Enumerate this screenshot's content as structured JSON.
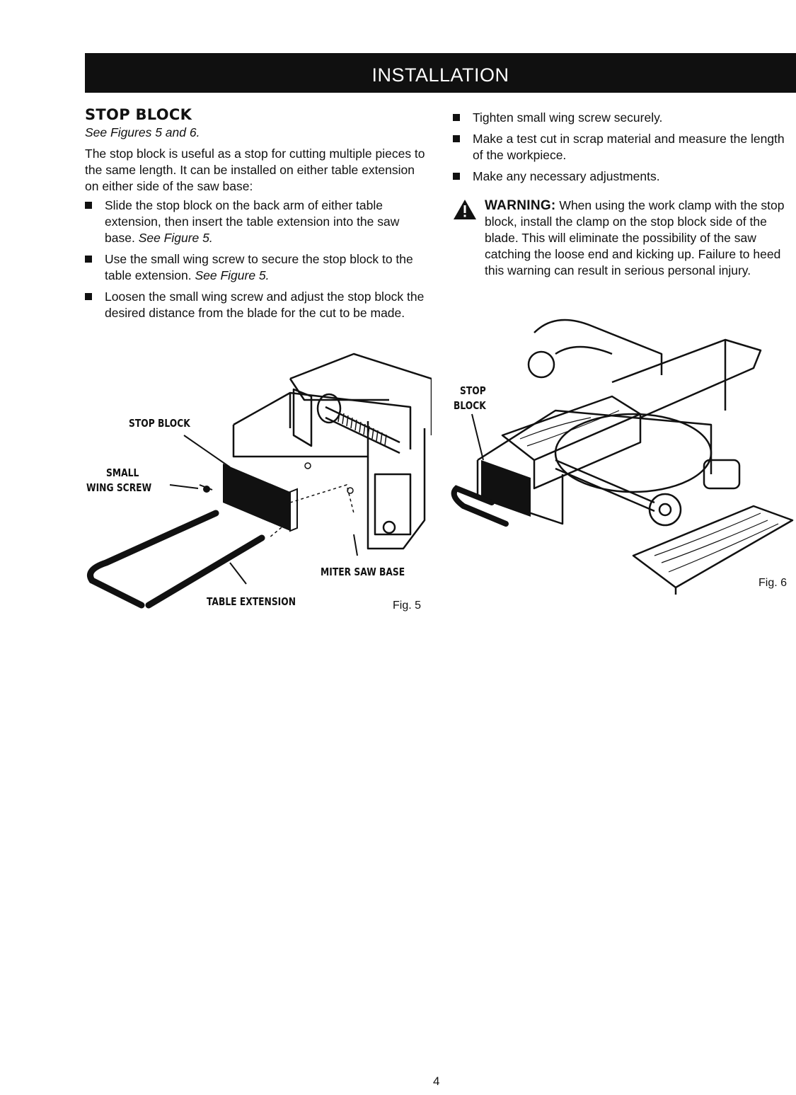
{
  "header": {
    "title": "INSTALLATION"
  },
  "left": {
    "title": "STOP BLOCK",
    "subtitle": "See Figures 5 and 6.",
    "intro": "The stop block is useful as a stop for cutting multiple pieces to the same length. It can be installed on either table extension on either side of the saw base:",
    "bullets": [
      {
        "text": "Slide the stop block on the back arm of either table extension, then insert the table extension into the saw base. ",
        "ref": "See Figure 5."
      },
      {
        "text": "Use the small wing screw to secure the stop block to the table extension. ",
        "ref": "See Figure 5."
      },
      {
        "text": "Loosen the small wing screw and adjust the stop block the desired distance from the blade for the cut to be made.",
        "ref": ""
      }
    ]
  },
  "right": {
    "bullets": [
      "Tighten small wing screw securely.",
      "Make a test cut in scrap material and measure the length of the workpiece.",
      "Make any necessary adjustments."
    ],
    "warning_label": "WARNING:",
    "warning_text": " When using the work clamp with the stop block, install the clamp on the stop block side of the blade. This will eliminate the possibility of the saw catching the loose end and kicking up. Failure to heed this warning can result in serious personal injury."
  },
  "fig5": {
    "labels": {
      "stop_block": "STOP BLOCK",
      "small": "SMALL",
      "wing_screw": "WING SCREW",
      "miter_saw_base": "MITER SAW BASE",
      "table_extension": "TABLE EXTENSION"
    },
    "caption": "Fig. 5"
  },
  "fig6": {
    "labels": {
      "stop": "STOP",
      "block": "BLOCK"
    },
    "caption": "Fig. 6"
  },
  "page_number": "4"
}
